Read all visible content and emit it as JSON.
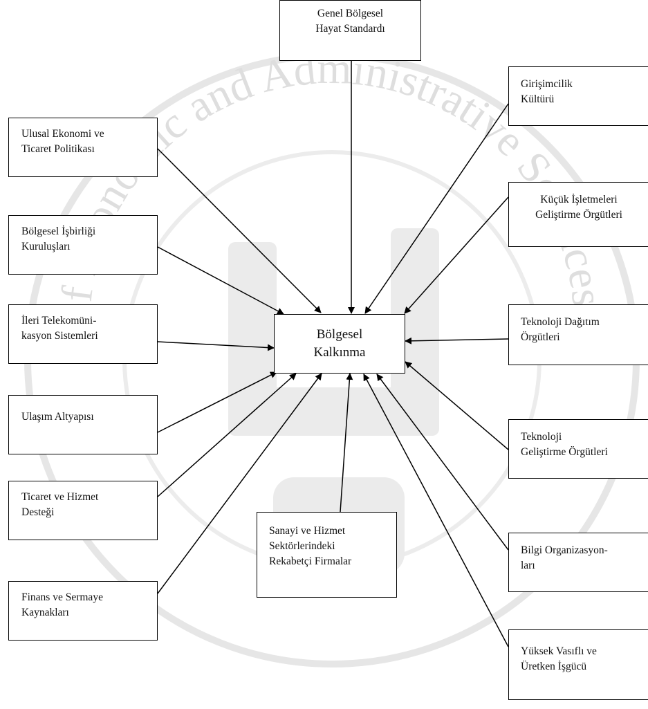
{
  "watermark": {
    "text": "of Economic and Administrative Sciences",
    "color": "#dcdcdc"
  },
  "diagram": {
    "center": {
      "lines": [
        "Bölgesel",
        "Kalkınma"
      ]
    },
    "boxes": [
      {
        "id": "genel-bolgesel-hayat-standardi",
        "lines": [
          "Genel Bölgesel",
          "Hayat Standardı"
        ]
      },
      {
        "id": "ulusal-ekonomi-ve-ticaret-politikasi",
        "lines": [
          "Ulusal Ekonomi ve",
          "Ticaret Politikası"
        ]
      },
      {
        "id": "bolgesel-isbirligi-kuruluslari",
        "lines": [
          "Bölgesel İşbirliği",
          "Kuruluşları"
        ]
      },
      {
        "id": "ileri-telekomunikasyon-sistemleri",
        "lines": [
          "İleri Telekomüni-",
          "kasyon Sistemleri"
        ]
      },
      {
        "id": "ulasim-altyapisi",
        "lines": [
          "Ulaşım Altyapısı"
        ]
      },
      {
        "id": "ticaret-ve-hizmet-destegi",
        "lines": [
          "Ticaret ve Hizmet",
          "Desteği"
        ]
      },
      {
        "id": "finans-ve-sermaye-kaynaklari",
        "lines": [
          "Finans ve Sermaye",
          "Kaynakları"
        ]
      },
      {
        "id": "rekabetci-firmalar",
        "lines": [
          "Sanayi ve Hizmet",
          "Sektörlerindeki",
          "Rekabetçi Firmalar"
        ]
      },
      {
        "id": "girisimcilik-kulturu",
        "lines": [
          "Girişimcilik",
          "Kültürü"
        ]
      },
      {
        "id": "kucuk-isletmeleri-gelistirme-orgutleri",
        "lines": [
          "Küçük İşletmeleri",
          "Geliştirme Örgütleri"
        ]
      },
      {
        "id": "teknoloji-dagitim-orgutleri",
        "lines": [
          "Teknoloji Dağıtım",
          "Örgütleri"
        ]
      },
      {
        "id": "teknoloji-gelistirme-orgutleri",
        "lines": [
          "Teknoloji",
          "Geliştirme Örgütleri"
        ]
      },
      {
        "id": "bilgi-organizasyonlari",
        "lines": [
          "Bilgi Organizasyon-",
          "ları"
        ]
      },
      {
        "id": "yuksek-vasifli-ve-uretken-isgucu",
        "lines": [
          "Yüksek Vasıflı ve",
          "Üretken İşgücü"
        ]
      }
    ]
  }
}
